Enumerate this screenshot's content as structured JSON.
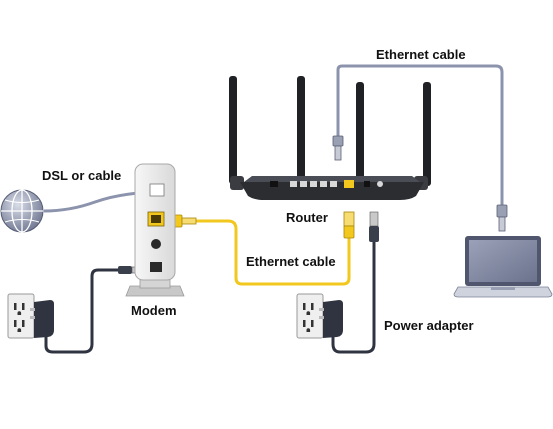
{
  "labels": {
    "ethernet_cable_top": "Ethernet cable",
    "dsl_or_cable": "DSL or cable",
    "router": "Router",
    "ethernet_cable_middle": "Ethernet cable",
    "modem": "Modem",
    "power_adapter": "Power adapter"
  },
  "colors": {
    "ethernet_cable_gray": "#8c93ac",
    "ethernet_cable_yellow": "#f2c81e",
    "power_cord": "#2f3440",
    "device_body": "#eeeeee",
    "router_body": "#2b2d31"
  },
  "icons": [
    "globe-icon",
    "wall-outlet-icon",
    "power-plug-icon",
    "modem-icon",
    "router-icon",
    "laptop-icon"
  ]
}
